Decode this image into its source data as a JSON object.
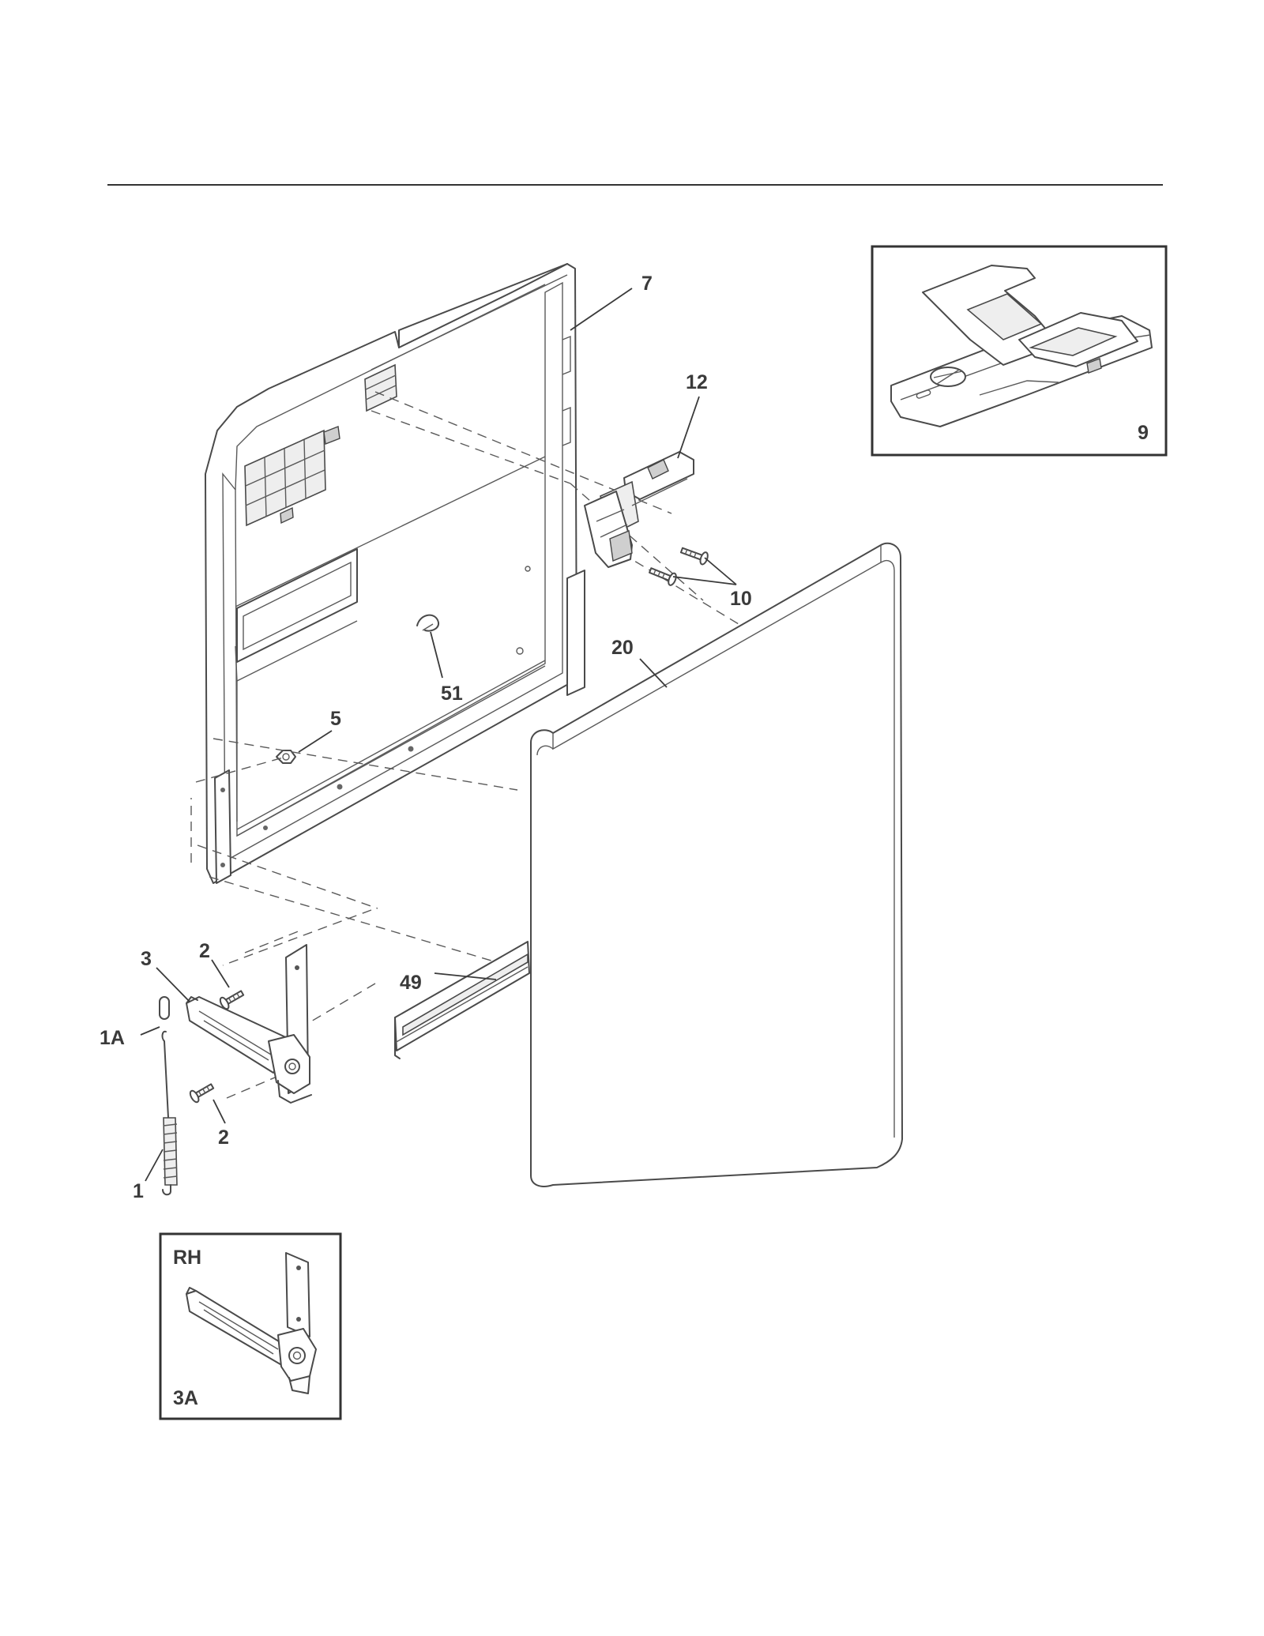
{
  "callouts": {
    "c7": "7",
    "c12": "12",
    "c10": "10",
    "c20": "20",
    "c51": "51",
    "c5": "5",
    "c3": "3",
    "c2a": "2",
    "c2b": "2",
    "c1a": "1A",
    "c1": "1",
    "c49": "49",
    "c9": "9",
    "inset_rh": "RH",
    "inset_3a": "3A"
  }
}
